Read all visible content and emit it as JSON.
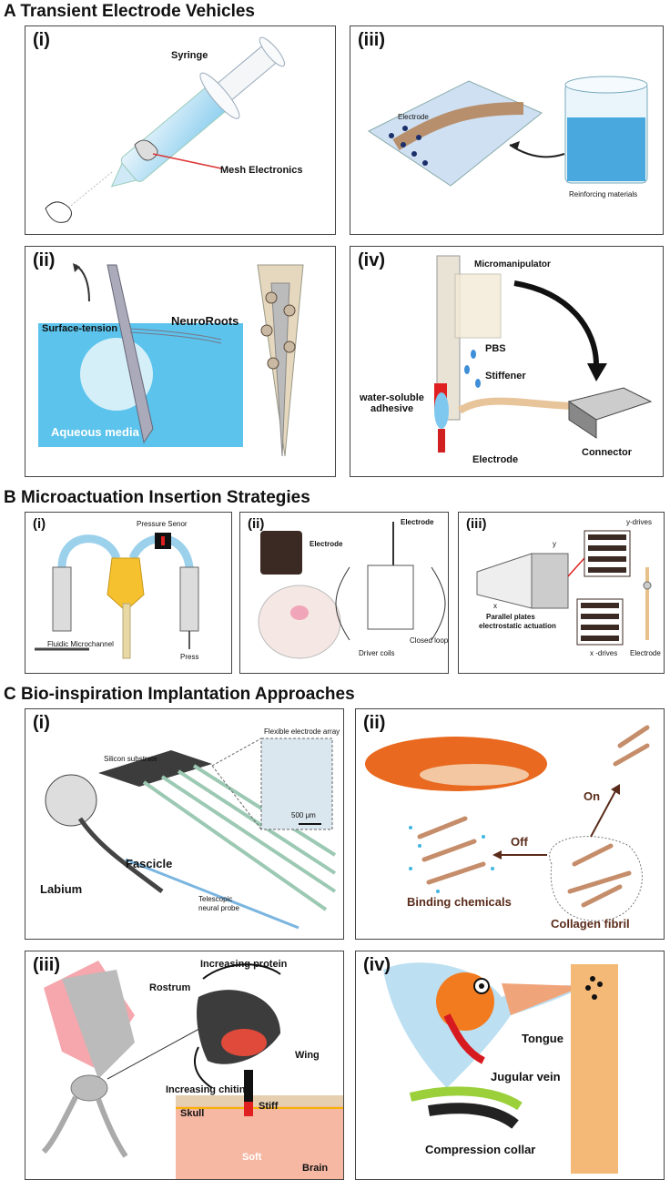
{
  "sections": {
    "A": {
      "letter": "A",
      "title": "Transient Electrode Vehicles"
    },
    "B": {
      "letter": "B",
      "title": "Microactuation Insertion Strategies"
    },
    "C": {
      "letter": "C",
      "title": "Bio-inspiration Implantation Approaches"
    }
  },
  "A_i": {
    "label": "(i)",
    "syringe": "Syringe",
    "mesh": "Mesh Electronics"
  },
  "A_iii": {
    "label": "(iii)",
    "electrode": "Electrode",
    "reinforcing": "Reinforcing materials"
  },
  "A_ii": {
    "label": "(ii)",
    "surface": "Surface-tension",
    "neuroroots": "NeuroRoots",
    "aqueous": "Aqueous media"
  },
  "A_iv": {
    "label": "(iv)",
    "micromanipulator": "Micromanipulator",
    "pbs": "PBS",
    "stiffener": "Stiffener",
    "adhesive_1": "water-soluble",
    "adhesive_2": "adhesive",
    "electrode": "Electrode",
    "connector": "Connector"
  },
  "B_i": {
    "label": "(i)",
    "pressure": "Pressure Senor",
    "fluidic": "Fluidic Microchannel",
    "press": "Press"
  },
  "B_ii": {
    "label": "(ii)",
    "electrode1": "Electrode",
    "electrode2": "Electrode",
    "driver": "Driver coils",
    "closed": "Closed loop"
  },
  "B_iii": {
    "label": "(iii)",
    "ydrives": "y-drives",
    "xdrives": "x -drives",
    "parallel_1": "Parallel plates",
    "parallel_2": "electrostatic actuation",
    "electrode": "Electrode",
    "axis_y": "y",
    "axis_x": "x"
  },
  "C_i": {
    "label": "(i)",
    "substrate": "Silicon substrate",
    "flex": "Flexible electrode array",
    "scale": "500 μm",
    "labium": "Labium",
    "fascicle": "Fascicle",
    "telescopic_1": "Telescopic",
    "telescopic_2": "neural probe"
  },
  "C_ii": {
    "label": "(ii)",
    "on": "On",
    "off": "Off",
    "binding": "Binding chemicals",
    "collagen": "Collagen fibril"
  },
  "C_iii": {
    "label": "(iii)",
    "protein": "Increasing protein",
    "rostrum": "Rostrum",
    "wing": "Wing",
    "chitin": "Increasing chitin",
    "stiff": "Stiff",
    "skull": "Skull",
    "soft": "Soft",
    "brain": "Brain"
  },
  "C_iv": {
    "label": "(iv)",
    "tongue": "Tongue",
    "jugular": "Jugular vein",
    "collar": "Compression collar"
  }
}
